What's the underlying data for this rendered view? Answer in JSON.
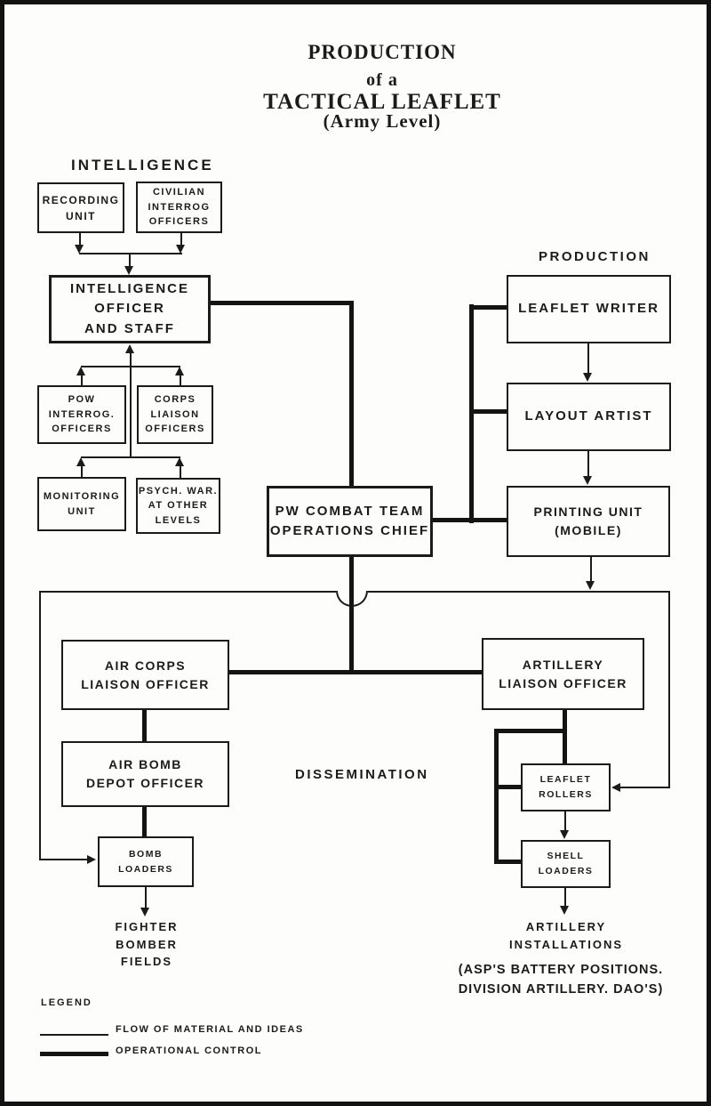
{
  "title": {
    "l1": "PRODUCTION",
    "l2": "of a",
    "l3": "TACTICAL LEAFLET",
    "l4": "(Army Level)"
  },
  "headings": {
    "intelligence": "INTELLIGENCE",
    "production": "PRODUCTION",
    "dissemination": "DISSEMINATION"
  },
  "boxes": {
    "recording_unit": "RECORDING\nUNIT",
    "civilian_interrog": "CIVILIAN\nINTERROG\nOFFICERS",
    "intelligence_officer": "INTELLIGENCE\nOFFICER\nAND STAFF",
    "pow_interrog": "POW\nINTERROG.\nOFFICERS",
    "corps_liaison": "CORPS\nLIAISON\nOFFICERS",
    "monitoring_unit": "MONITORING\nUNIT",
    "psych_war": "PSYCH. WAR.\nAT OTHER\nLEVELS",
    "leaflet_writer": "LEAFLET WRITER",
    "layout_artist": "LAYOUT ARTIST",
    "printing_unit": "PRINTING UNIT\n(MOBILE)",
    "pw_combat": "PW COMBAT TEAM\nOPERATIONS CHIEF",
    "air_corps": "AIR CORPS\nLIAISON OFFICER",
    "artillery_liaison": "ARTILLERY\nLIAISON OFFICER",
    "air_bomb": "AIR BOMB\nDEPOT OFFICER",
    "bomb_loaders": "BOMB\nLOADERS",
    "leaflet_rollers": "LEAFLET\nROLLERS",
    "shell_loaders": "SHELL\nLOADERS"
  },
  "terminals": {
    "fighter_fields": "FIGHTER\nBOMBER\nFIELDS",
    "artillery_installations": "ARTILLERY\nINSTALLATIONS",
    "artillery_note": "(ASP'S BATTERY POSITIONS.\nDIVISION ARTILLERY. DAO'S)"
  },
  "legend": {
    "title": "LEGEND",
    "flow_label": "FLOW OF MATERIAL AND IDEAS",
    "control_label": "OPERATIONAL CONTROL"
  },
  "colors": {
    "ink": "#1b1b1b",
    "paper": "#fdfdfc"
  }
}
